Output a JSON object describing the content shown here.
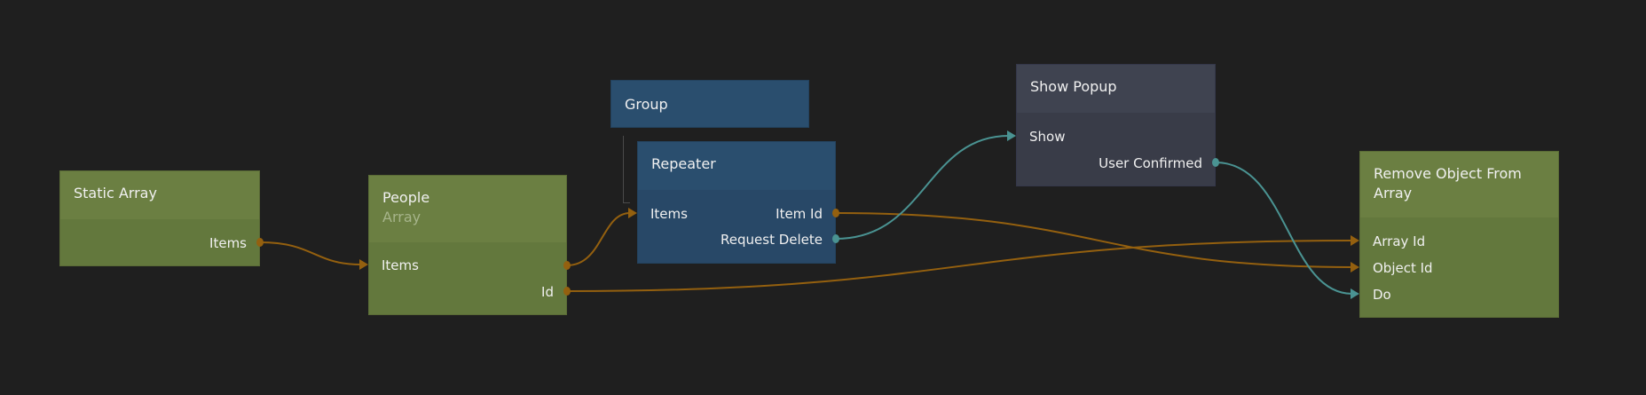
{
  "colors": {
    "background": "#1f1f1f",
    "data_wire": "#94600f",
    "signal_wire": "#4a9392",
    "data_node": "#6b7f42",
    "visual_node": "#2a4e6e",
    "logic_node": "#3f4350"
  },
  "nodes": {
    "static_array": {
      "title": "Static Array",
      "outputs": [
        "Items"
      ]
    },
    "people": {
      "title": "People",
      "subtitle": "Array",
      "inputs": [
        "Items"
      ],
      "outputs": [
        "Id"
      ]
    },
    "group": {
      "title": "Group"
    },
    "repeater": {
      "title": "Repeater",
      "inputs": [
        "Items"
      ],
      "outputs": [
        "Item Id",
        "Request Delete"
      ]
    },
    "show_popup": {
      "title": "Show Popup",
      "inputs": [
        "Show"
      ],
      "outputs": [
        "User Confirmed"
      ]
    },
    "remove_object": {
      "title": "Remove Object From Array",
      "inputs": [
        "Array Id",
        "Object Id",
        "Do"
      ]
    }
  },
  "connections": [
    {
      "from": "Static Array.Items",
      "to": "People.Items",
      "type": "data"
    },
    {
      "from": "People.Items",
      "to": "Repeater.Items",
      "type": "data"
    },
    {
      "from": "People.Id",
      "to": "Remove Object From Array.Array Id",
      "type": "data"
    },
    {
      "from": "Repeater.Item Id",
      "to": "Remove Object From Array.Object Id",
      "type": "data"
    },
    {
      "from": "Repeater.Request Delete",
      "to": "Show Popup.Show",
      "type": "signal"
    },
    {
      "from": "Show Popup.User Confirmed",
      "to": "Remove Object From Array.Do",
      "type": "signal"
    }
  ]
}
